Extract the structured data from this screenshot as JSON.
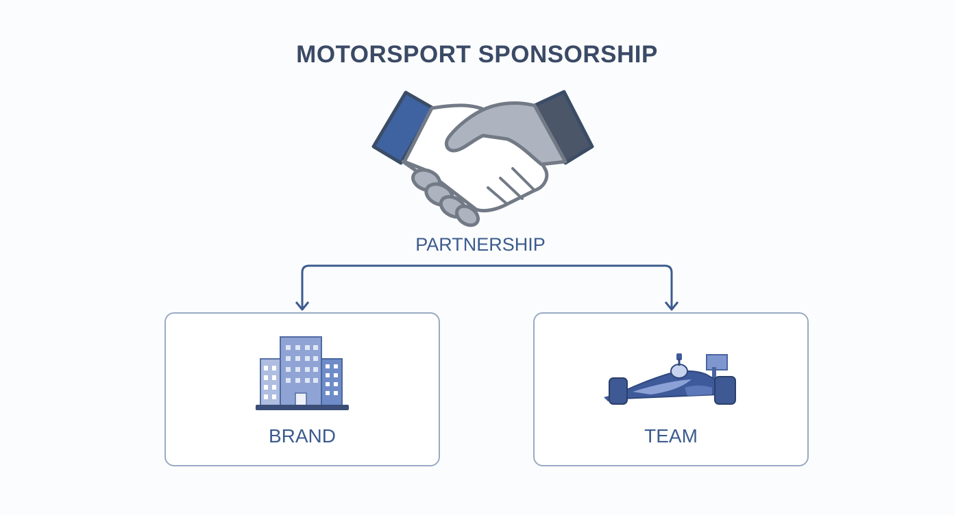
{
  "diagram": {
    "title": "MOTORSPORT SPONSORSHIP",
    "center": {
      "label": "PARTNERSHIP",
      "icon": "handshake-icon"
    },
    "nodes": [
      {
        "label": "BRAND",
        "icon": "office-buildings-icon"
      },
      {
        "label": "TEAM",
        "icon": "race-car-icon"
      }
    ],
    "colors": {
      "title": "#3a4a66",
      "accent": "#3c5b8e",
      "box_border": "#9aaac2",
      "sleeve_left": "#3f62a0",
      "sleeve_right": "#4b5668",
      "hand_grey": "#adb3bf"
    }
  }
}
